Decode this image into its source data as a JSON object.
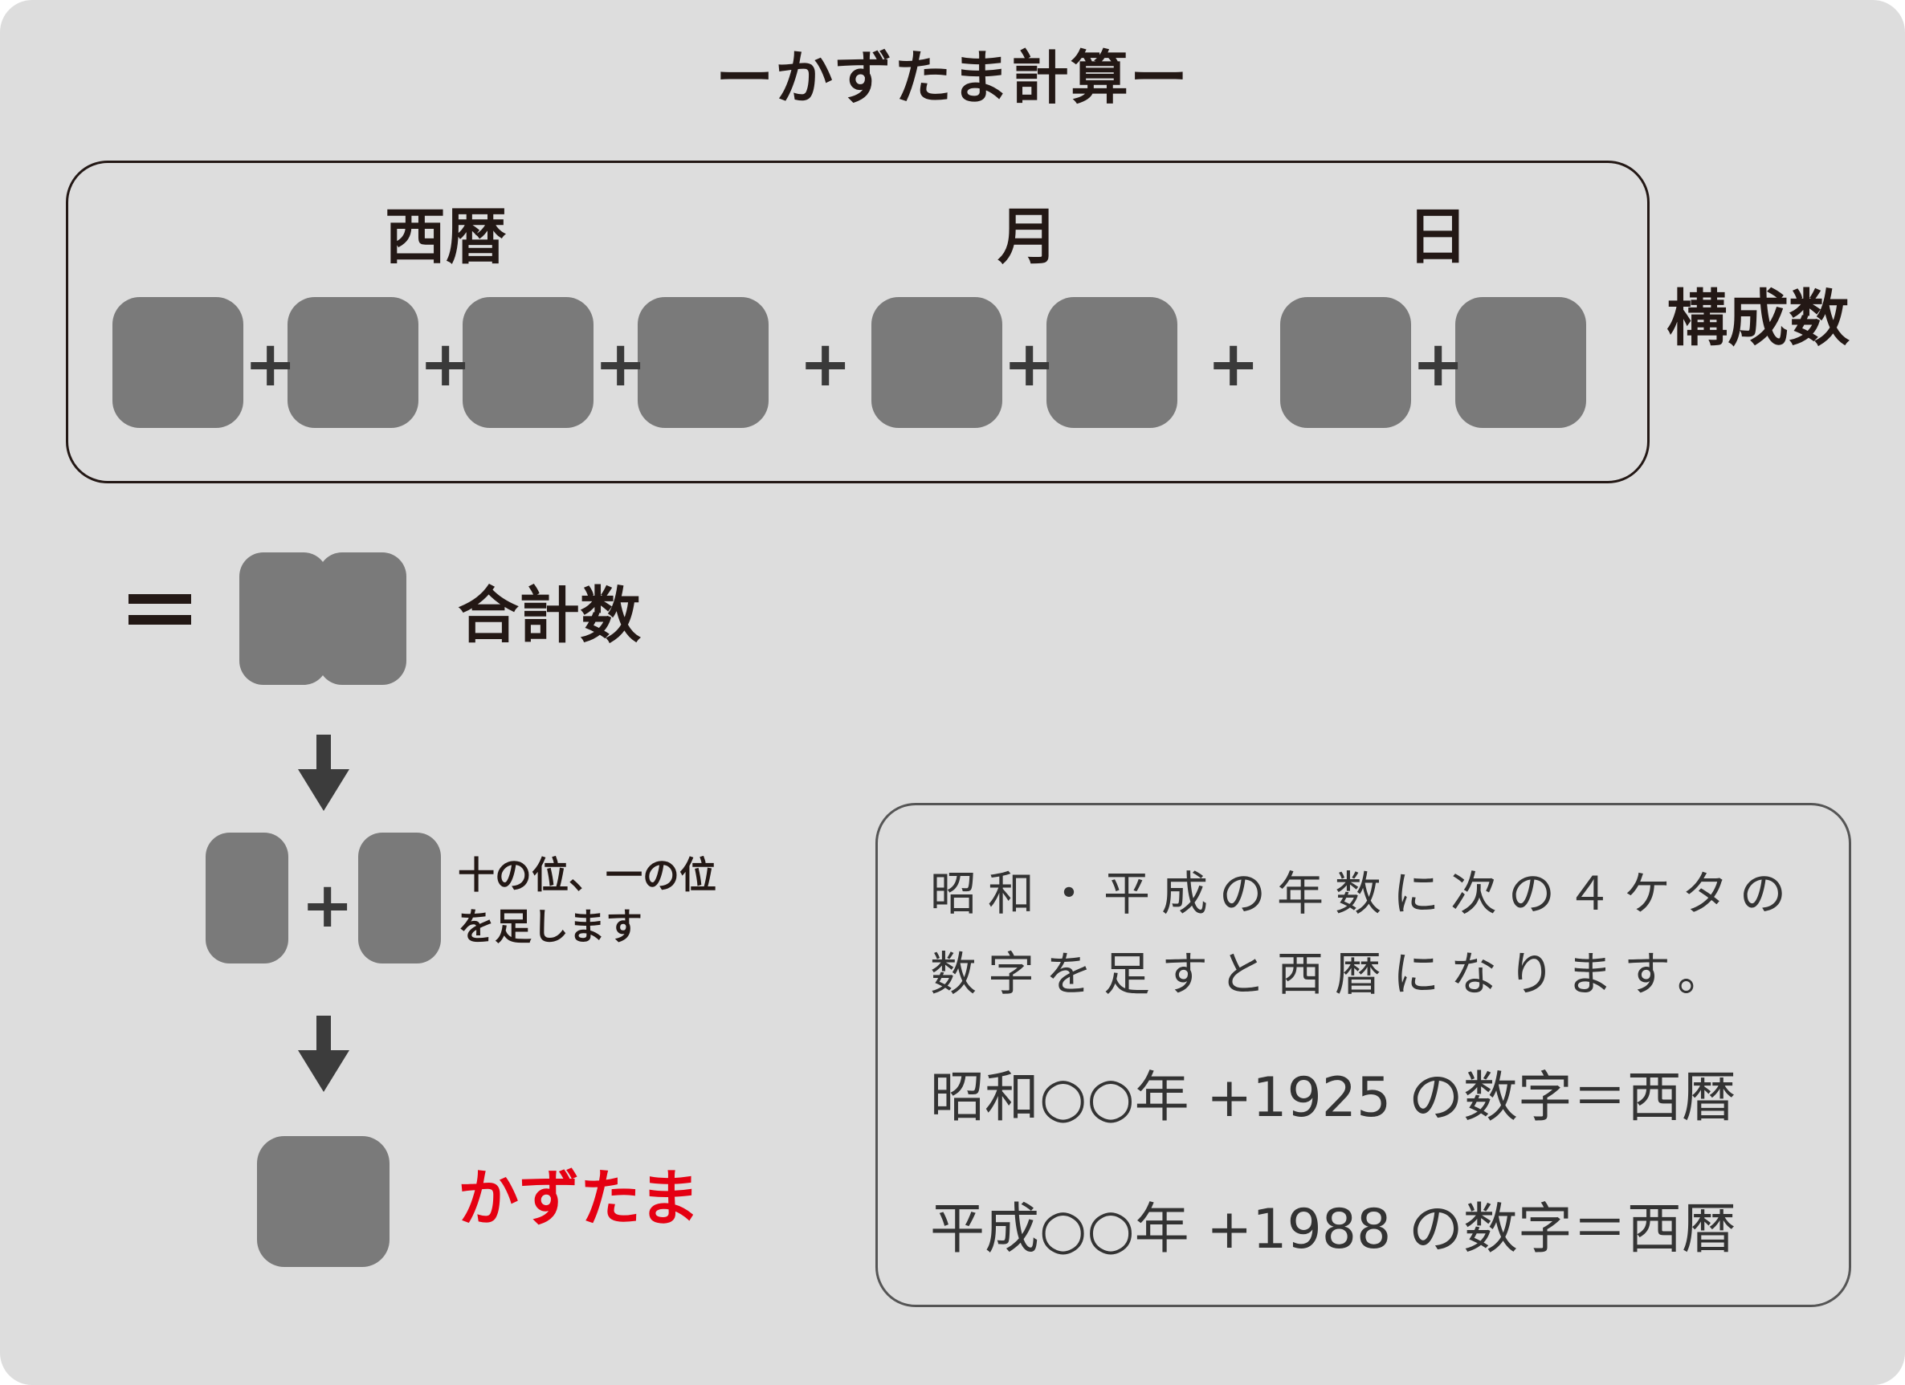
{
  "title": "ーかずたま計算ー",
  "components": {
    "year_label": "西暦",
    "month_label": "月",
    "day_label": "日",
    "side_label": "構成数",
    "plus": "+"
  },
  "sum": {
    "equals": "=",
    "label": "合計数"
  },
  "digits_step": {
    "plus": "+",
    "note_line1": "十の位、一の位",
    "note_line2": "を足します"
  },
  "result": {
    "label": "かずたま"
  },
  "info": {
    "line1": "昭和・平成の年数に次の４ケタの",
    "line2": "数字を足すと西暦になります。",
    "showa": "昭和○○年 +1925 の数字＝西暦",
    "heisei": "平成○○年 +1988 の数字＝西暦"
  },
  "colors": {
    "background": "#dddddd",
    "slot": "#7a7a7a",
    "text": "#231815",
    "accent": "#e50012"
  }
}
